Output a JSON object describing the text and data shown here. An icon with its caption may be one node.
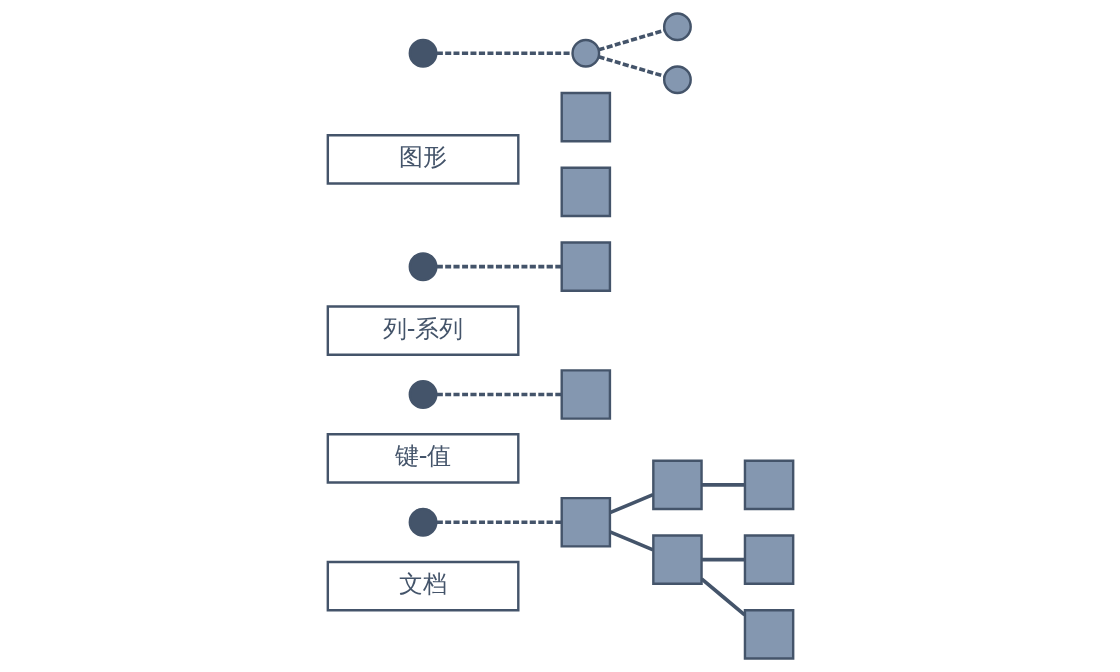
{
  "diagram": {
    "nodes": [
      {
        "text": [
          "文档"
        ]
      },
      {
        "text": [],
        "shape": "circle"
      },
      {
        "text": [],
        "shape": "box"
      },
      {
        "text": [],
        "shape": "box"
      },
      {
        "text": [],
        "shape": "box"
      },
      {
        "text": [],
        "shape": "box"
      },
      {
        "text": [],
        "shape": "box"
      },
      {
        "text": [],
        "shape": "box"
      },
      {
        "text": [
          "键-值"
        ]
      },
      {
        "text": [],
        "shape": "circle"
      },
      {
        "text": [],
        "shape": "box"
      },
      {
        "text": [
          "列-系列"
        ]
      },
      {
        "text": [],
        "shape": "circle"
      },
      {
        "text": [],
        "shape": "box"
      },
      {
        "text": [],
        "shape": "box"
      },
      {
        "text": [],
        "shape": "box"
      },
      {
        "text": [
          "图形"
        ]
      },
      {
        "text": [],
        "shape": "circle"
      },
      {
        "text": [],
        "shape": "circle"
      },
      {
        "text": [],
        "shape": "circle"
      },
      {
        "text": [],
        "shape": "circle"
      }
    ],
    "edges": [
      {
        "from": 1,
        "to": 2,
        "arrow": "none",
        "style": "dashed"
      },
      {
        "from": 2,
        "to": 3,
        "arrow": "none"
      },
      {
        "from": 2,
        "to": 5,
        "arrow": "none"
      },
      {
        "from": 3,
        "to": 4,
        "arrow": "none"
      },
      {
        "from": 5,
        "to": 6,
        "arrow": "none"
      },
      {
        "from": 5,
        "to": 7,
        "arrow": "none"
      },
      {
        "from": 9,
        "to": 10,
        "arrow": "none",
        "style": "dashed"
      },
      {
        "from": 12,
        "to": 13,
        "arrow": "none",
        "style": "dashed"
      },
      {
        "from": 17,
        "to": 18,
        "arrow": "none",
        "style": "dashed"
      },
      {
        "from": 18,
        "to": 19,
        "arrow": "none",
        "style": "dashed"
      },
      {
        "from": 18,
        "to": 20,
        "arrow": "none",
        "style": "dashed"
      }
    ]
  }
}
